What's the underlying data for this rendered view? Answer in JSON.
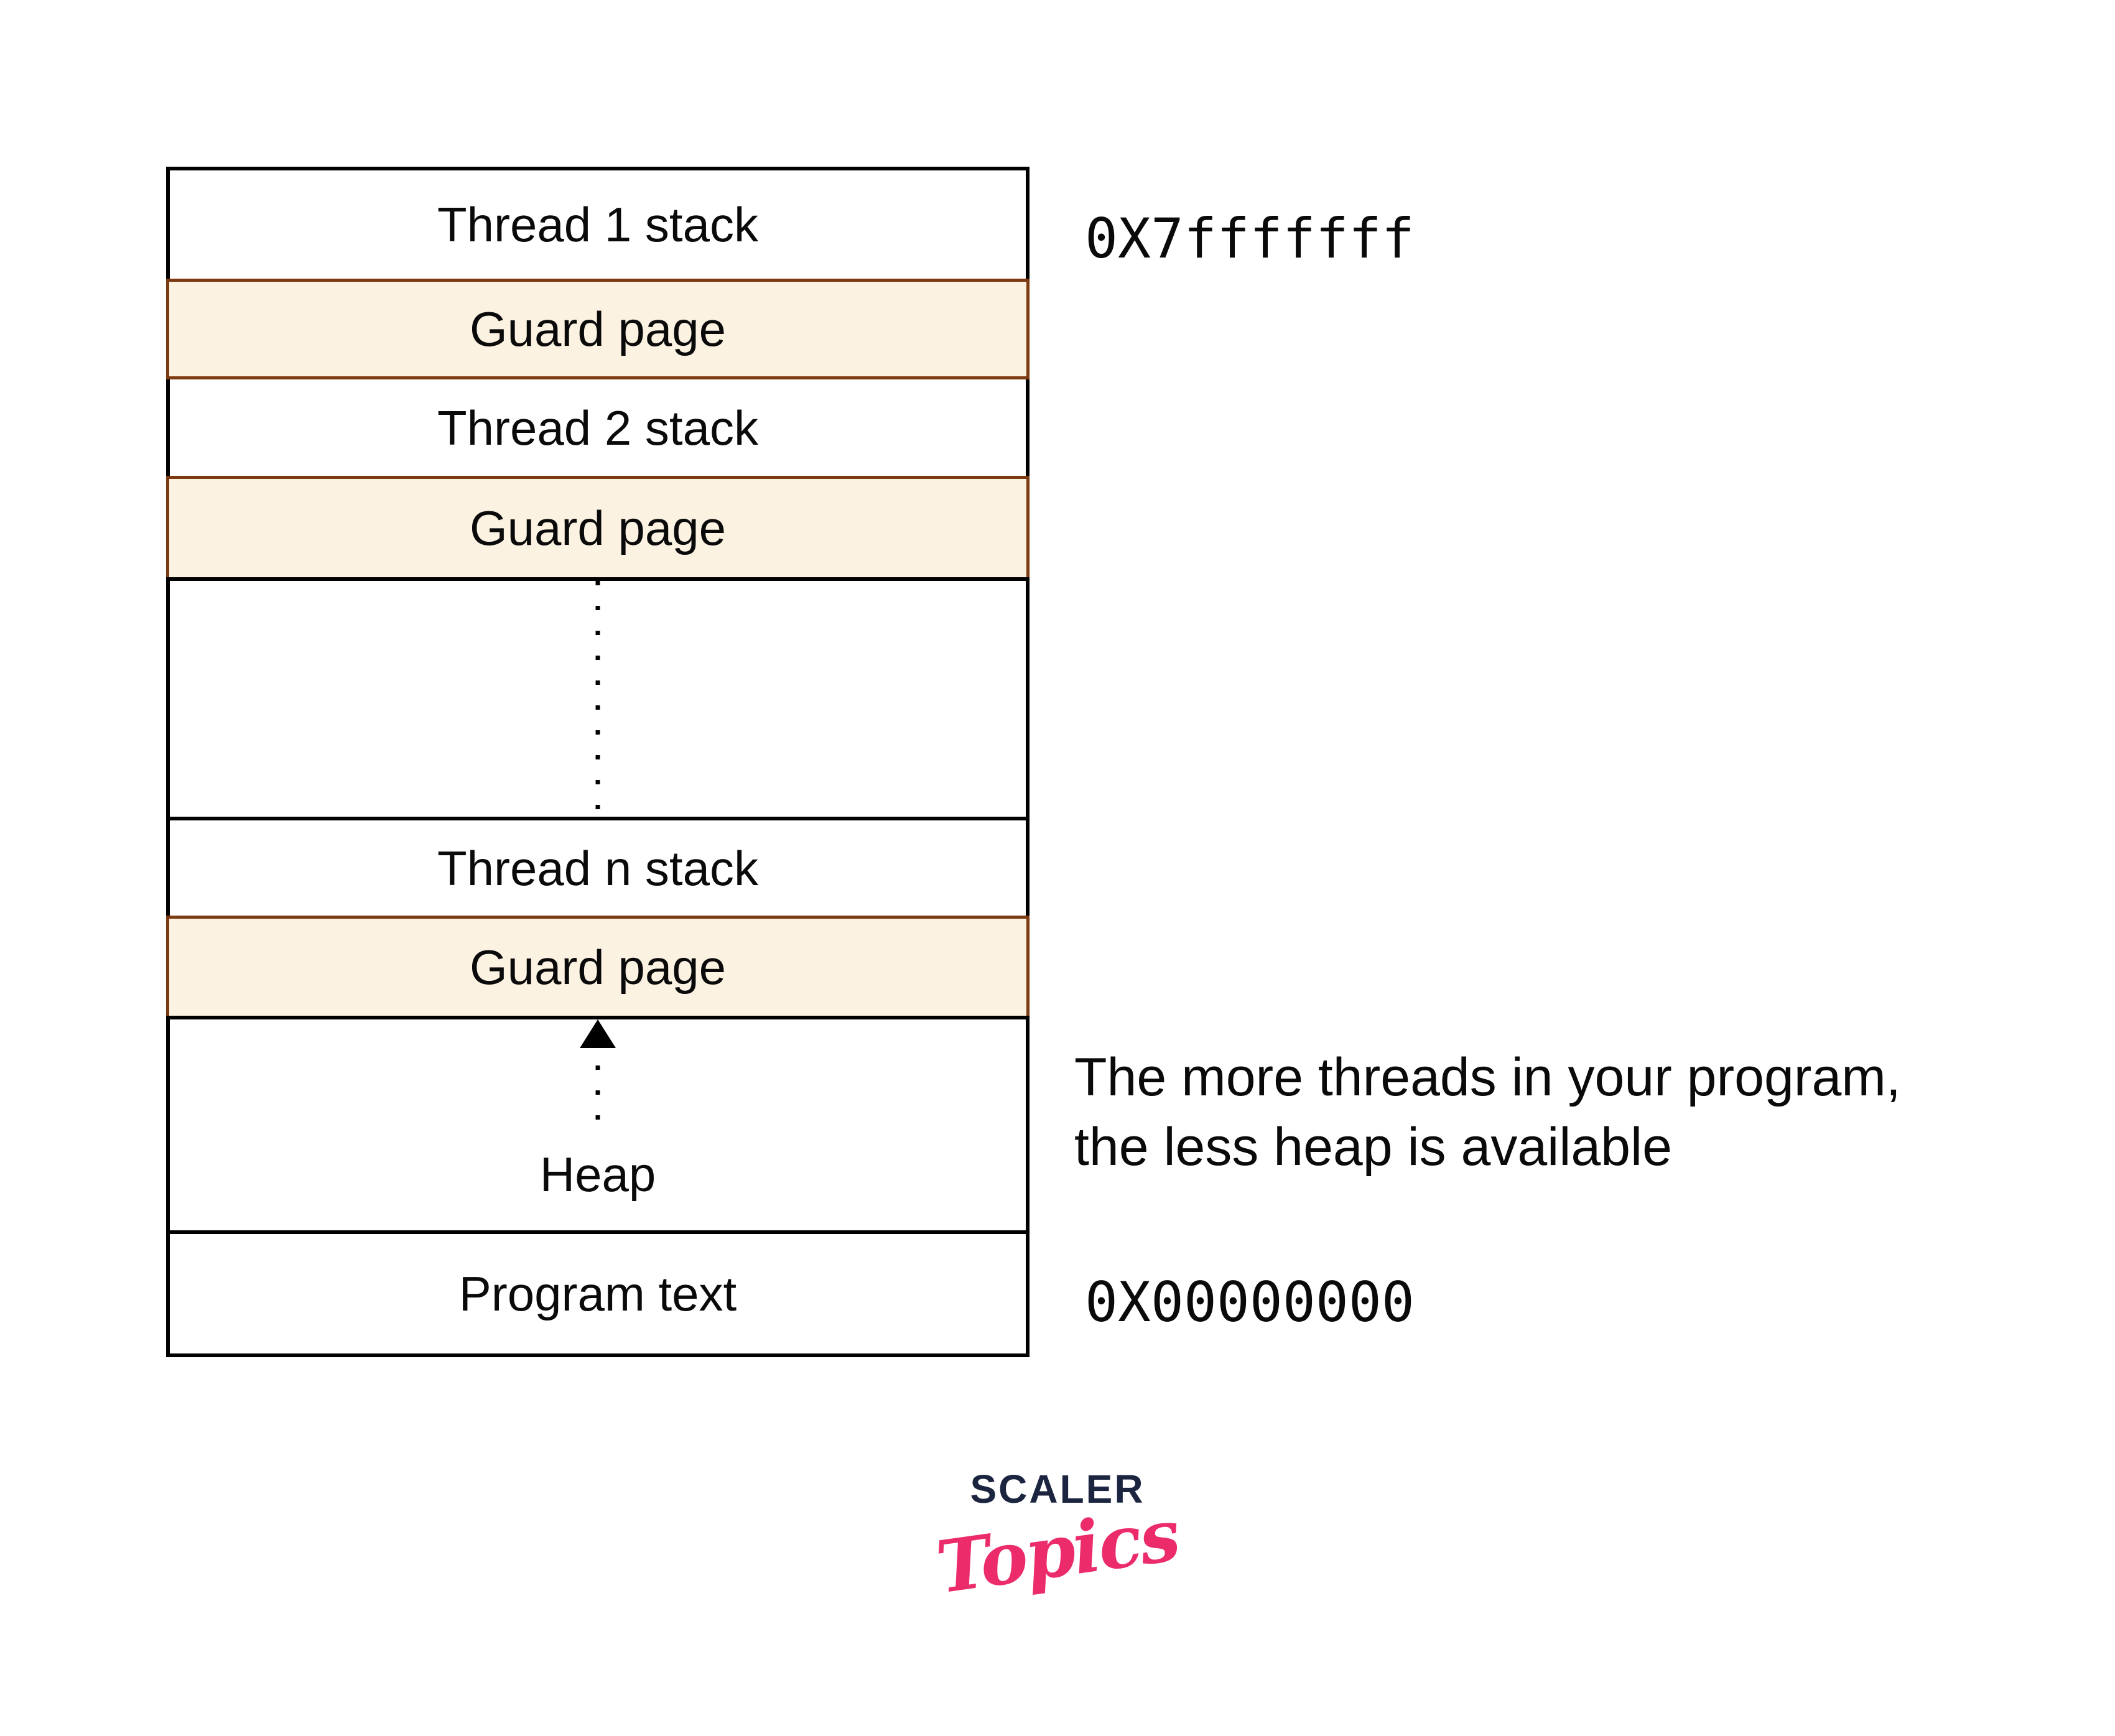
{
  "diagram": {
    "rows": [
      {
        "label": "Thread 1 stack",
        "type": "stack"
      },
      {
        "label": "Guard page",
        "type": "guard"
      },
      {
        "label": "Thread 2 stack",
        "type": "stack"
      },
      {
        "label": "Guard page",
        "type": "guard"
      },
      {
        "label": "",
        "type": "ellipsis"
      },
      {
        "label": "Thread n stack",
        "type": "stack"
      },
      {
        "label": "Guard page",
        "type": "guard"
      },
      {
        "label": "Heap",
        "type": "heap"
      },
      {
        "label": "Program text",
        "type": "stack"
      }
    ],
    "icons": {
      "heap_growth_arrow": "▲",
      "vertical_ellipsis": "⋮"
    }
  },
  "annotations": {
    "top_address": "0X7fffffff",
    "bottom_address": "0X00000000",
    "note_line1": "The more threads in your program,",
    "note_line2": "the less heap is available"
  },
  "logo": {
    "brand": "SCALER",
    "word": "Topics"
  },
  "colors": {
    "guard_fill": "#fcf2e2",
    "guard_border": "#7b3a10",
    "line": "#000000",
    "brand_navy": "#1b2540",
    "brand_pink": "#ec2c6a"
  }
}
